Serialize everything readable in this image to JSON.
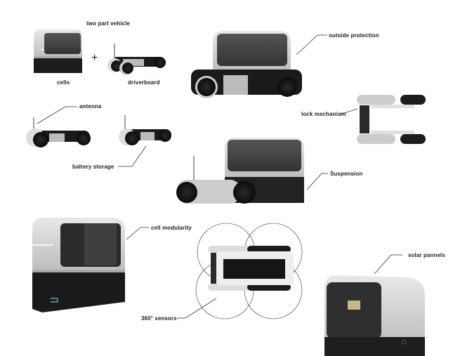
{
  "labels": {
    "two_part_vehicle": "two part vehicle",
    "plus": "+",
    "cells": "cells",
    "driverboard": "driverboard",
    "outside_protection": "outside protection",
    "antenna": "antenna",
    "battery_storage": "battery storage",
    "lock_mechanism": "lock mechanism",
    "suspension": "Suspension",
    "cell_modularity": "cell modularity",
    "sensors": "360° sensors",
    "solar_pannels": "solar pannels"
  },
  "colors": {
    "background": "#ffffff",
    "shell": "#d4d4d4",
    "panel": "#3a3a3a",
    "base": "#1e1e1e",
    "wheel": "#151515",
    "accent": "#8fe3e0",
    "leader": "#333333"
  }
}
